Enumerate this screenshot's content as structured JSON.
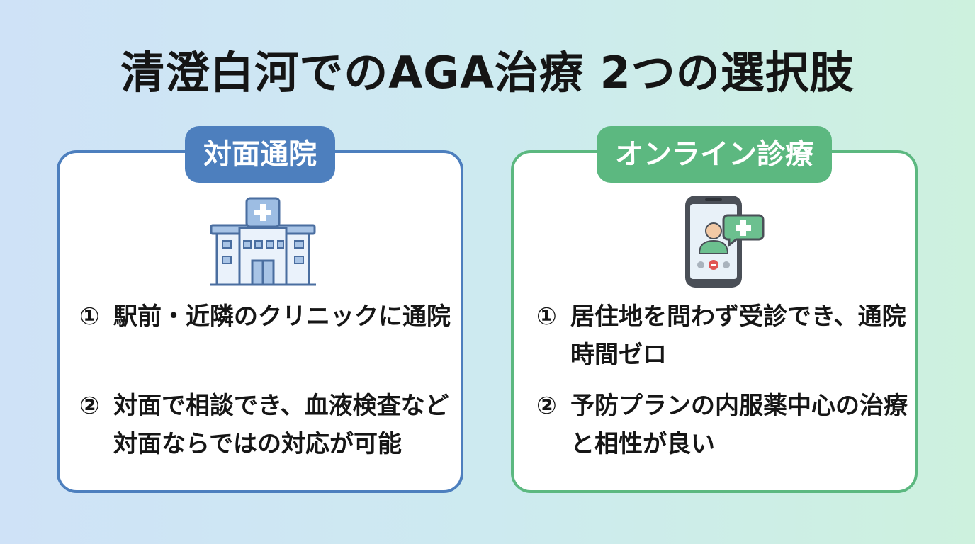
{
  "title": "清澄白河でのAGA治療 2つの選択肢",
  "colors": {
    "in_person_accent": "#4d7fbe",
    "online_accent": "#5cb880"
  },
  "in_person": {
    "label": "対面通院",
    "icon": "hospital-icon",
    "points": [
      {
        "num": "①",
        "text": "駅前・近隣のクリニックに通院"
      },
      {
        "num": "②",
        "text": "対面で相談でき、血液検査など対面ならではの対応が可能"
      }
    ]
  },
  "online": {
    "label": "オンライン診療",
    "icon": "smartphone-video-consult-icon",
    "points": [
      {
        "num": "①",
        "text": "居住地を問わず受診でき、通院時間ゼロ"
      },
      {
        "num": "②",
        "text": "予防プランの内服薬中心の治療と相性が良い"
      }
    ]
  }
}
